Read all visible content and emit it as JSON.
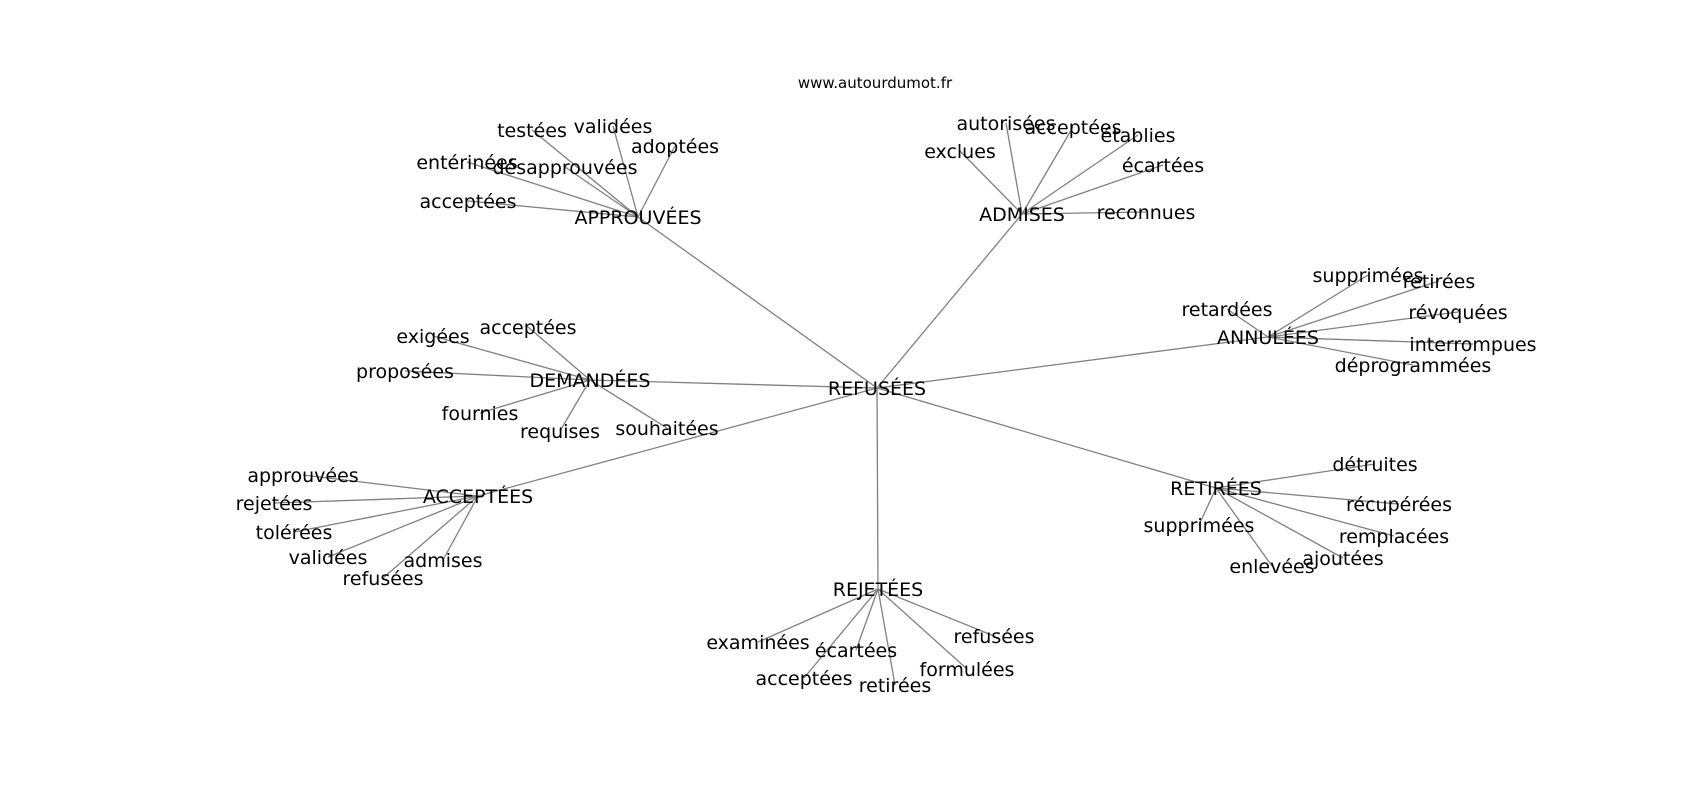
{
  "title": "www.autourdumot.fr",
  "edge_color": "#808080",
  "center": {
    "label": "REFUSÉES"
  },
  "hubs": [
    {
      "id": "approuvees",
      "label": "APPROUVÉES",
      "leaves": [
        "testées",
        "validées",
        "adoptées",
        "entérinées",
        "désapprouvées",
        "acceptées"
      ]
    },
    {
      "id": "admises",
      "label": "ADMISES",
      "leaves": [
        "autorisées",
        "acceptées",
        "établies",
        "exclues",
        "écartées",
        "reconnues"
      ]
    },
    {
      "id": "annulees",
      "label": "ANNULÉES",
      "leaves": [
        "supprimées",
        "retirées",
        "révoquées",
        "retardées",
        "interrompues",
        "déprogrammées"
      ]
    },
    {
      "id": "demandees",
      "label": "DEMANDÉES",
      "leaves": [
        "exigées",
        "acceptées",
        "proposées",
        "fournies",
        "requises",
        "souhaitées"
      ]
    },
    {
      "id": "acceptees",
      "label": "ACCEPTÉES",
      "leaves": [
        "approuvées",
        "rejetées",
        "tolérées",
        "validées",
        "admises",
        "refusées"
      ]
    },
    {
      "id": "retirees",
      "label": "RETIRÉES",
      "leaves": [
        "détruites",
        "récupérées",
        "supprimées",
        "remplacées",
        "ajoutées",
        "enlevées"
      ]
    },
    {
      "id": "rejetees",
      "label": "REJETÉES",
      "leaves": [
        "examinées",
        "écartées",
        "refusées",
        "formulées",
        "acceptées",
        "retirées"
      ]
    }
  ]
}
